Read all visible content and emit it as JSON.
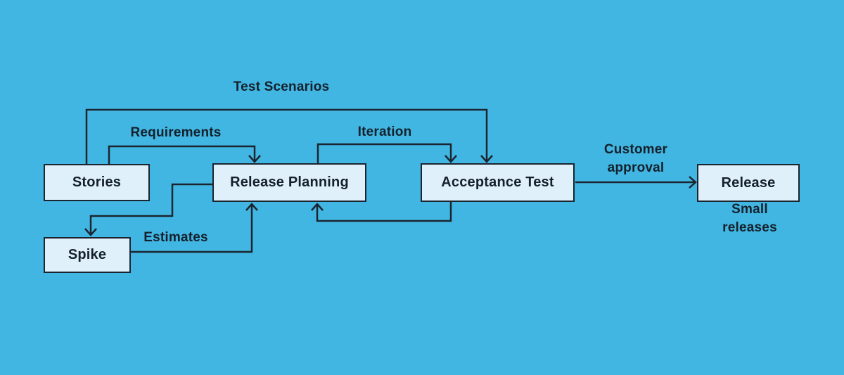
{
  "colors": {
    "background": "#42B6E2",
    "node_fill": "#DFF0FA",
    "node_border": "#1B2530",
    "connector": "#1B2530",
    "text": "#14202B"
  },
  "nodes": {
    "stories": {
      "label": "Stories"
    },
    "release_planning": {
      "label": "Release Planning"
    },
    "acceptance_test": {
      "label": "Acceptance Test"
    },
    "release": {
      "label": "Release"
    },
    "spike": {
      "label": "Spike"
    }
  },
  "labels": {
    "test_scenarios": "Test Scenarios",
    "requirements": "Requirements",
    "iteration": "Iteration",
    "customer_approval": "Customer\napproval",
    "estimates": "Estimates",
    "small_releases": "Small releases"
  }
}
